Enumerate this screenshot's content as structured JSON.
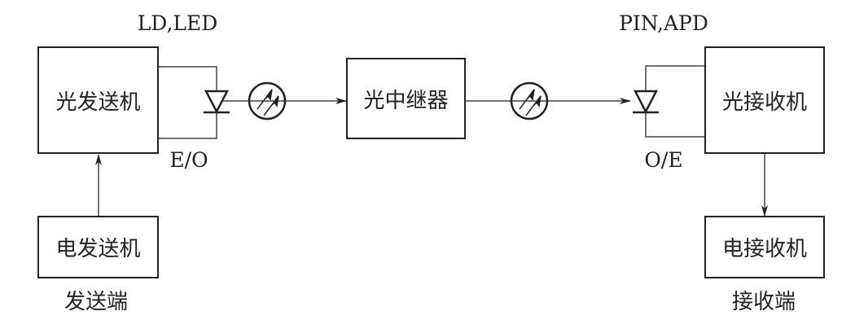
{
  "boxes": {
    "optical_transmitter": "光发送机",
    "electrical_transmitter": "电发送机",
    "optical_repeater": "光中继器",
    "optical_receiver": "光接收机",
    "electrical_receiver": "电接收机"
  },
  "labels": {
    "source": "LD,LED",
    "eo": "E/O",
    "detector": "PIN,APD",
    "oe": "O/E",
    "send_end": "发送端",
    "receive_end": "接收端"
  }
}
